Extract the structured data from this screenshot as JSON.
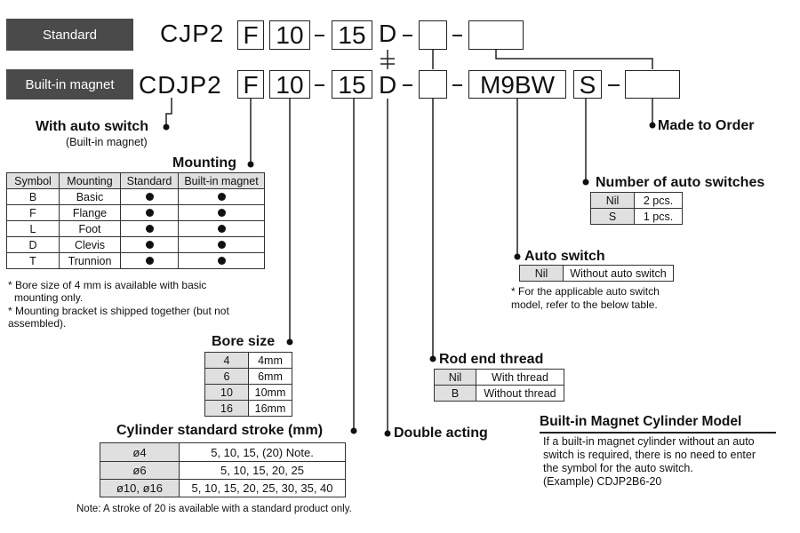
{
  "rows": {
    "standard_label": "Standard",
    "builtin_label": "Built-in magnet",
    "standard_prefix": "CJP2",
    "builtin_prefix": "CDJP2",
    "mounting_code": "F",
    "bore_code": "10",
    "stroke_code": "15",
    "action_code": "D",
    "switch_code": "M9BW",
    "switch_count_code": "S"
  },
  "auto_switch_label": {
    "title": "With auto switch",
    "sub": "(Built-in magnet)"
  },
  "mounting": {
    "title": "Mounting",
    "headers": [
      "Symbol",
      "Mounting",
      "Standard",
      "Built-in magnet"
    ],
    "rows": [
      {
        "symbol": "B",
        "name": "Basic",
        "standard": true,
        "builtin": true
      },
      {
        "symbol": "F",
        "name": "Flange",
        "standard": true,
        "builtin": true
      },
      {
        "symbol": "L",
        "name": "Foot",
        "standard": true,
        "builtin": true
      },
      {
        "symbol": "D",
        "name": "Clevis",
        "standard": true,
        "builtin": true
      },
      {
        "symbol": "T",
        "name": "Trunnion",
        "standard": true,
        "builtin": true
      }
    ],
    "notes": [
      "* Bore size of 4 mm is available with basic",
      "mounting only.",
      "* Mounting bracket is shipped together (but not",
      "assembled)."
    ]
  },
  "bore": {
    "title": "Bore size",
    "rows": [
      [
        "4",
        "4mm"
      ],
      [
        "6",
        "6mm"
      ],
      [
        "10",
        "10mm"
      ],
      [
        "16",
        "16mm"
      ]
    ]
  },
  "stroke": {
    "title": "Cylinder standard stroke (mm)",
    "rows": [
      [
        "ø4",
        "5, 10, 15, (20) Note."
      ],
      [
        "ø6",
        "5, 10, 15, 20, 25"
      ],
      [
        "ø10, ø16",
        "5, 10, 15, 20, 25, 30, 35, 40"
      ]
    ],
    "note": "Note: A stroke of 20 is available with a standard product only."
  },
  "double_acting": "Double acting",
  "rod_end": {
    "title": "Rod end thread",
    "rows": [
      [
        "Nil",
        "With thread"
      ],
      [
        "B",
        "Without thread"
      ]
    ]
  },
  "auto_switch": {
    "title": "Auto switch",
    "rows": [
      [
        "Nil",
        "Without auto switch"
      ]
    ],
    "notes": [
      "* For the applicable auto switch",
      "model, refer to the below table."
    ]
  },
  "num_switches": {
    "title": "Number of auto switches",
    "rows": [
      [
        "Nil",
        "2 pcs."
      ],
      [
        "S",
        "1 pcs."
      ]
    ]
  },
  "made_to_order": "Made to Order",
  "builtin_model": {
    "title": "Built-in Magnet Cylinder Model",
    "lines": [
      "If a built-in magnet cylinder without an auto",
      "switch is required, there is no need to enter",
      "the symbol for the auto switch.",
      "(Example) CDJP2B6-20"
    ]
  }
}
